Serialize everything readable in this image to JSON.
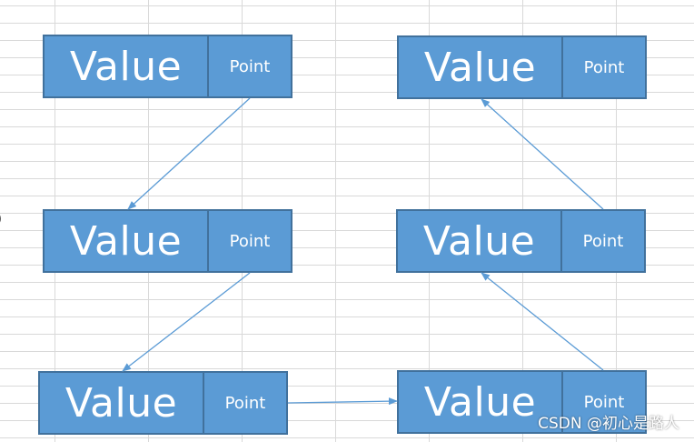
{
  "colors": {
    "node_fill": "#5b9bd5",
    "node_border": "#41719c",
    "arrow": "#5b9bd5",
    "grid": "#d9d9d9",
    "text": "#ffffff"
  },
  "nodes": [
    {
      "id": "n1",
      "value": "Value",
      "point": "Point"
    },
    {
      "id": "n2",
      "value": "Value",
      "point": "Point"
    },
    {
      "id": "n3",
      "value": "Value",
      "point": "Point"
    },
    {
      "id": "n4",
      "value": "Value",
      "point": "Point"
    },
    {
      "id": "n5",
      "value": "Value",
      "point": "Point"
    },
    {
      "id": "n6",
      "value": "Value",
      "point": "Point"
    }
  ],
  "edges": [
    {
      "from": "n1",
      "to": "n2"
    },
    {
      "from": "n2",
      "to": "n3"
    },
    {
      "from": "n3",
      "to": "n4"
    },
    {
      "from": "n4",
      "to": "n5"
    },
    {
      "from": "n5",
      "to": "n6"
    }
  ],
  "watermark": "CSDN @初心是路人"
}
